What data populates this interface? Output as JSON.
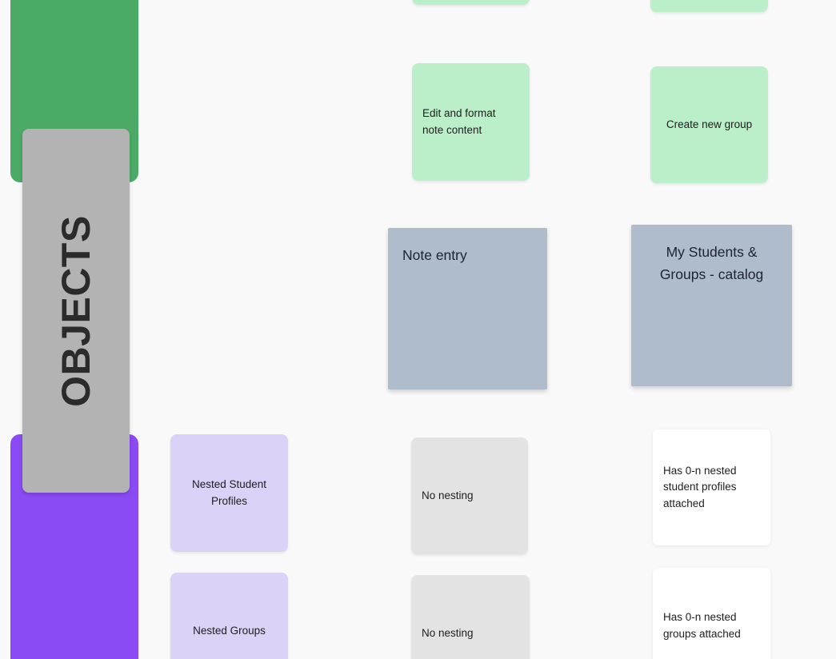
{
  "canvas": {
    "background": "#f9f9f9"
  },
  "sections": {
    "green": {
      "color": "#4caa67"
    },
    "purple": {
      "color": "#8a4bf4"
    }
  },
  "objects_card": {
    "label": "OBJECTS",
    "bg": "#b3b3b3",
    "fg": "#2b2b2b"
  },
  "colors": {
    "light_green": "#baefc9",
    "blue_gray": "#aebccb",
    "light_purple": "#dcd1f7",
    "light_gray": "#e3e3e3",
    "white": "#ffffff"
  },
  "notes": {
    "top_partial_left": {
      "color": "#baefc9"
    },
    "top_partial_right": {
      "color": "#baefc9"
    },
    "edit_format": {
      "text": "Edit and format note content",
      "color": "#baefc9"
    },
    "create_group": {
      "text": "Create new group",
      "color": "#baefc9"
    },
    "note_entry": {
      "text": "Note entry",
      "color": "#aebccb"
    },
    "catalog": {
      "text": "My Students & Groups - catalog",
      "color": "#aebccb"
    },
    "nested_profiles": {
      "text": "Nested Student Profiles",
      "color": "#dcd1f7"
    },
    "no_nesting_top": {
      "text": "No nesting",
      "color": "#e3e3e3"
    },
    "has_profiles": {
      "text": "Has 0-n nested student profiles attached",
      "color": "#ffffff"
    },
    "nested_groups": {
      "text": "Nested Groups",
      "color": "#dcd1f7"
    },
    "no_nesting_bottom": {
      "text": "No nesting",
      "color": "#e3e3e3"
    },
    "has_groups": {
      "text": "Has 0-n nested groups attached",
      "color": "#ffffff"
    }
  }
}
